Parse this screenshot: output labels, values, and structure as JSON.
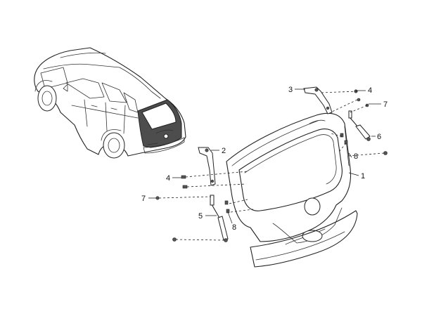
{
  "callouts": {
    "c1": "1",
    "c2": "2",
    "c3": "3",
    "c4a": "4",
    "c4b": "4",
    "c5": "5",
    "c6": "6",
    "c7a": "7",
    "c7b": "7",
    "c8a": "8",
    "c8b": "8"
  }
}
